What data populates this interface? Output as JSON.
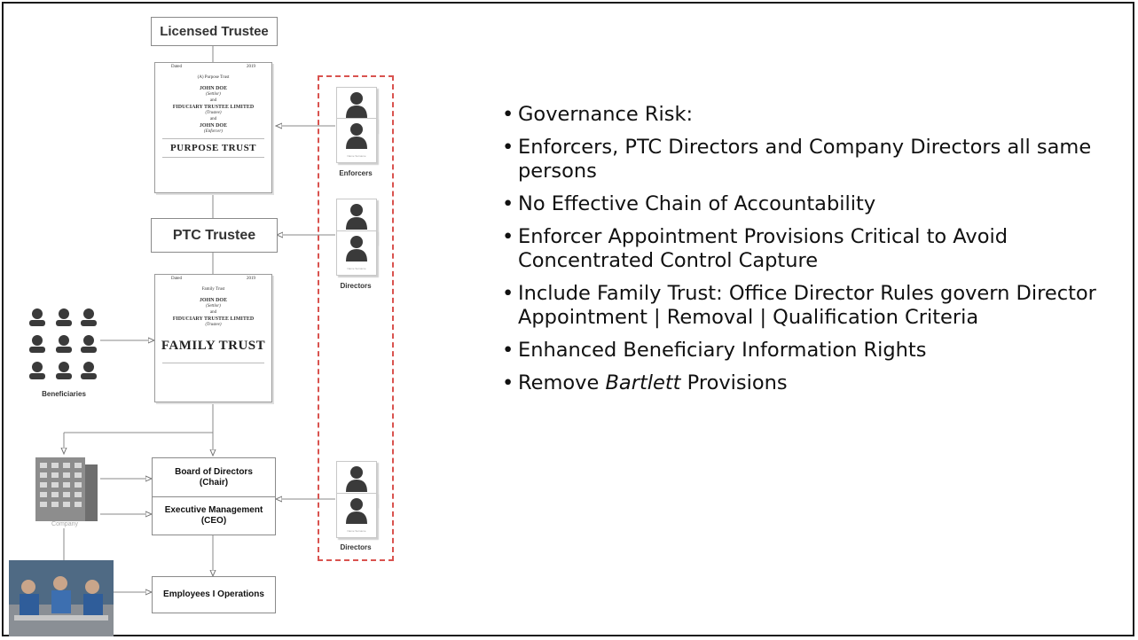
{
  "diagram": {
    "licensed_trustee": "Licensed Trustee",
    "ptc_trustee": "PTC Trustee",
    "purpose_doc": {
      "date_left": "Dated",
      "date_right": "2019",
      "heading": "(A) Purpose Trust",
      "party1": "JOHN DOE",
      "party1_role": "(Settlor)",
      "and1": "and",
      "party2": "FIDUCIARY TRUSTEE LIMITED",
      "party2_role": "(Trustee)",
      "and2": "and",
      "party3": "JOHN DOE",
      "party3_role": "(Enforcer)",
      "title": "PURPOSE TRUST"
    },
    "family_doc": {
      "date_left": "Dated",
      "date_right": "2019",
      "heading": "Family Trust",
      "party1": "JOHN DOE",
      "party1_role": "(Settlor)",
      "and1": "and",
      "party2": "FIDUCIARY TRUSTEE LIMITED",
      "party2_role": "(Trustee)",
      "title": "FAMILY TRUST"
    },
    "enforcers_label": "Enforcers",
    "directors_label_1": "Directors",
    "directors_label_2": "Directors",
    "beneficiaries_label": "Beneficiaries",
    "company_label": "Company",
    "board_title": "Board of Directors",
    "board_sub": "(Chair)",
    "exec_title": "Executive Management",
    "exec_sub": "(CEO)",
    "employees": "Employees I Operations",
    "person_caption": "Name Surname"
  },
  "bullets": {
    "b1": "Governance Risk:",
    "b2": "Enforcers, PTC Directors and Company Directors all same persons",
    "b3": "No Effective Chain of Accountability",
    "b4": "Enforcer Appointment Provisions Critical to Avoid Concentrated Control Capture",
    "b5": "Include Family Trust: Office Director Rules govern Director Appointment | Removal | Qualification Criteria",
    "b6": "Enhanced Beneficiary Information Rights",
    "b7_pre": "Remove ",
    "b7_em": "Bartlett",
    "b7_post": " Provisions"
  },
  "colors": {
    "dashed_border": "#d9534f",
    "connector": "#777777",
    "building": "#8d8d8d"
  }
}
